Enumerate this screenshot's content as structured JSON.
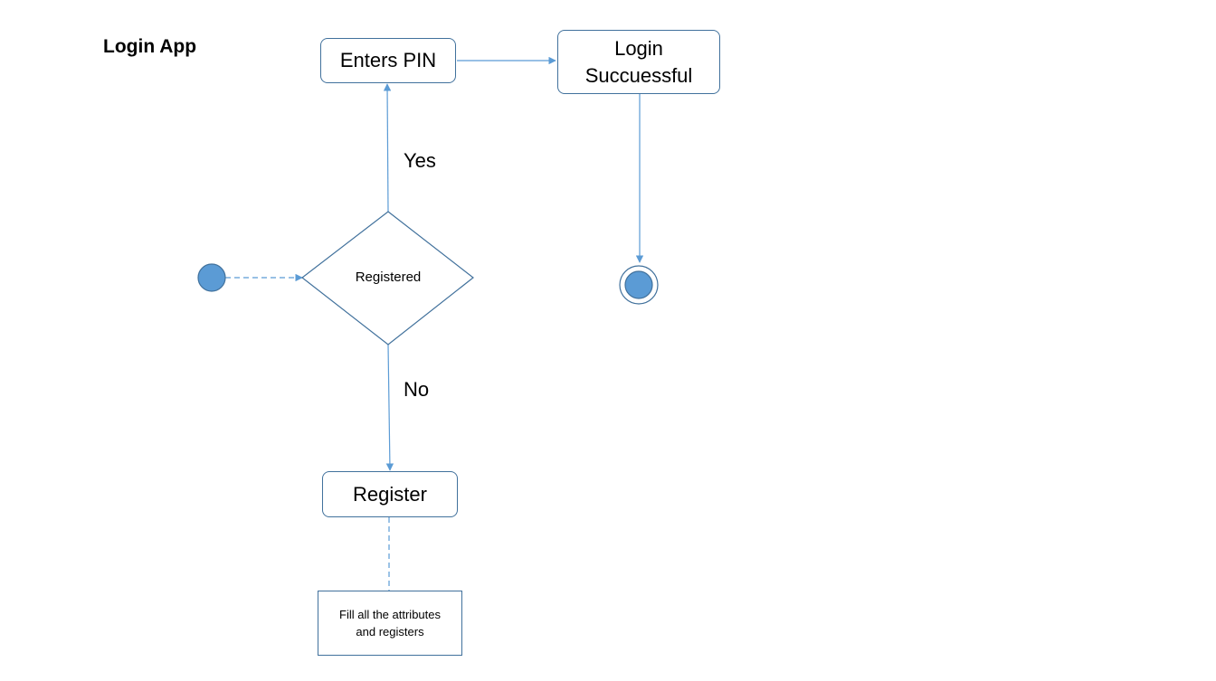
{
  "diagram": {
    "title": "Login App",
    "nodes": {
      "enters_pin": "Enters PIN",
      "login_success": "Login Succuessful",
      "decision": "Registered",
      "register": "Register",
      "fill_attributes": "Fill all the attributes and registers"
    },
    "edges": {
      "yes": "Yes",
      "no": "No"
    },
    "colors": {
      "stroke": "#41719c",
      "state_fill": "#5b9bd5",
      "arrow": "#5b9bd5"
    }
  }
}
